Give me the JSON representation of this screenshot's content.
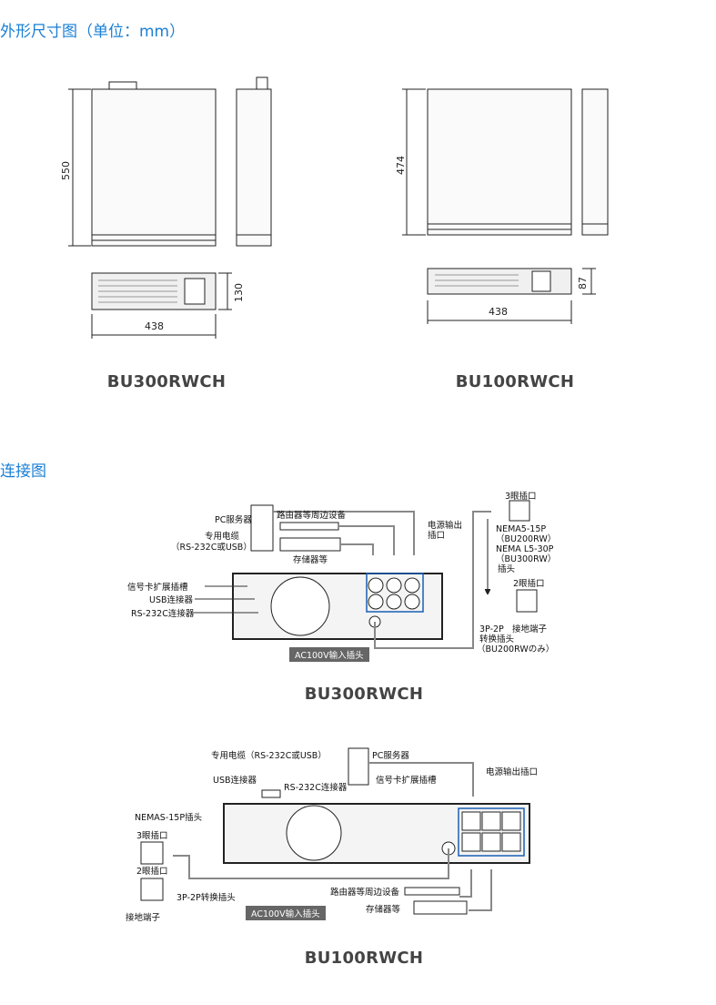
{
  "sections": {
    "dimensions_title": "外形尺寸图（单位：mm）",
    "connection_title": "连接图"
  },
  "dimensions": {
    "bu300": {
      "model": "BU300RWCH",
      "depth": "550",
      "height": "130",
      "width": "438"
    },
    "bu100": {
      "model": "BU100RWCH",
      "depth": "474",
      "height": "87",
      "width": "438"
    }
  },
  "connection_bu300": {
    "model": "BU300RWCH",
    "labels": {
      "pc_server": "PC服务器",
      "cable": "专用电缆",
      "cable_type": "（RS-232C或USB）",
      "router": "路由器等周边设备",
      "storage": "存储器等",
      "outlet": "电源输出",
      "outlet2": "插口",
      "card_slot": "信号卡扩展插槽",
      "usb": "USB连接器",
      "rs232c": "RS-232C连接器",
      "ac_input": "AC100V输入插头",
      "three_pin": "3眼插口",
      "nema515": "NEMA5-15P",
      "bu200rw": "（BU200RW）",
      "nemal530": "NEMA L5-30P",
      "bu300rw": "（BU300RW）",
      "plug": "插头",
      "two_pin": "2眼插口",
      "ground": "接地端子",
      "adapter1": "3P-2P",
      "adapter2": "转换插头",
      "adapter3": "（BU200RWのみ）"
    }
  },
  "connection_bu100": {
    "model": "BU100RWCH",
    "labels": {
      "cable": "专用电缆（RS-232C或USB）",
      "pc_server": "PC服务器",
      "usb": "USB连接器",
      "rs232c": "RS-232C连接器",
      "card_slot": "信号卡扩展插槽",
      "outlet": "电源输出插口",
      "nema": "NEMAS-15P插头",
      "three_pin": "3眼插口",
      "two_pin": "2眼插口",
      "adapter": "3P-2P转换插头",
      "ground": "接地端子",
      "ac_input": "AC100V输入插头",
      "router": "路由器等周边设备",
      "storage": "存储器等"
    }
  }
}
